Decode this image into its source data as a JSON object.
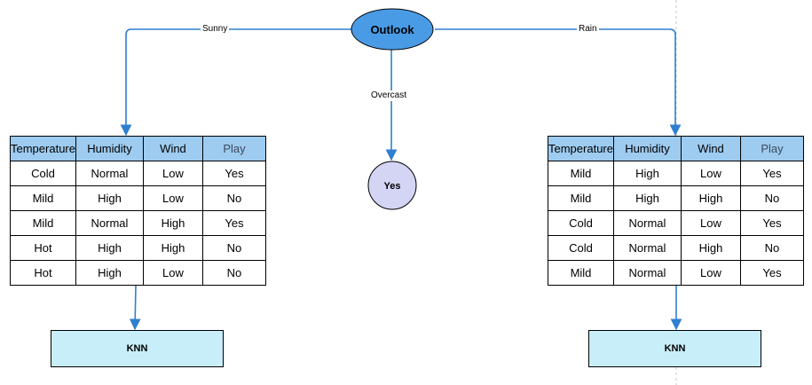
{
  "root": {
    "label": "Outlook",
    "fill": "#4a9be6"
  },
  "edges": {
    "sunny": "Sunny",
    "overcast": "Overcast",
    "rain": "Rain"
  },
  "leaf": {
    "label": "Yes",
    "fill": "#d4d4f5"
  },
  "edge_color": "#2f7fd0",
  "header_color": "#9ecbf0",
  "knn_color": "#c8eefa",
  "tables": {
    "sunny": {
      "columns": [
        "Temperature",
        "Humidity",
        "Wind",
        "Play"
      ],
      "rows": [
        [
          "Cold",
          "Normal",
          "Low",
          "Yes"
        ],
        [
          "Mild",
          "High",
          "Low",
          "No"
        ],
        [
          "Mild",
          "Normal",
          "High",
          "Yes"
        ],
        [
          "Hot",
          "High",
          "High",
          "No"
        ],
        [
          "Hot",
          "High",
          "Low",
          "No"
        ]
      ]
    },
    "rain": {
      "columns": [
        "Temperature",
        "Humidity",
        "Wind",
        "Play"
      ],
      "rows": [
        [
          "Mild",
          "High",
          "Low",
          "Yes"
        ],
        [
          "Mild",
          "High",
          "High",
          "No"
        ],
        [
          "Cold",
          "Normal",
          "Low",
          "Yes"
        ],
        [
          "Cold",
          "Normal",
          "High",
          "No"
        ],
        [
          "Mild",
          "Normal",
          "Low",
          "Yes"
        ]
      ]
    }
  },
  "knn": {
    "left": "KNN",
    "right": "KNN"
  }
}
